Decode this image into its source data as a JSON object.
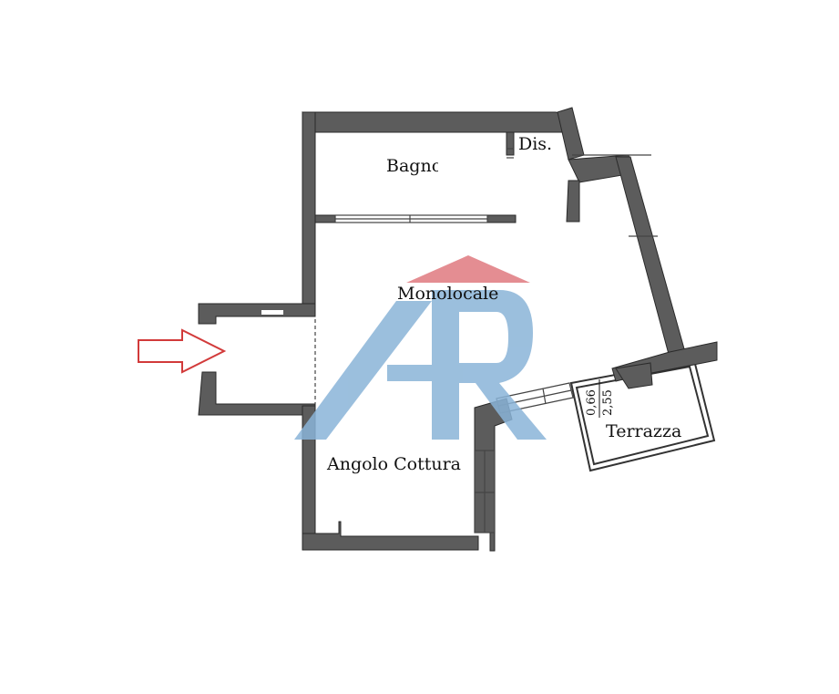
{
  "plan": {
    "rooms": {
      "bagno": "Bagno",
      "dis": "Dis.",
      "monolocale": "Monolocale",
      "angolo_cottura": "Angolo Cottura",
      "terrazza": "Terrazza"
    },
    "dimensions": {
      "width": "0,66",
      "height": "2,55"
    }
  },
  "watermark": {
    "logo_text": "AR",
    "colors": {
      "blue": "#8ab4d8",
      "red": "#e07a80"
    }
  },
  "colors": {
    "wall": "#5c5c5c",
    "entry_arrow": "#d23a3a"
  }
}
